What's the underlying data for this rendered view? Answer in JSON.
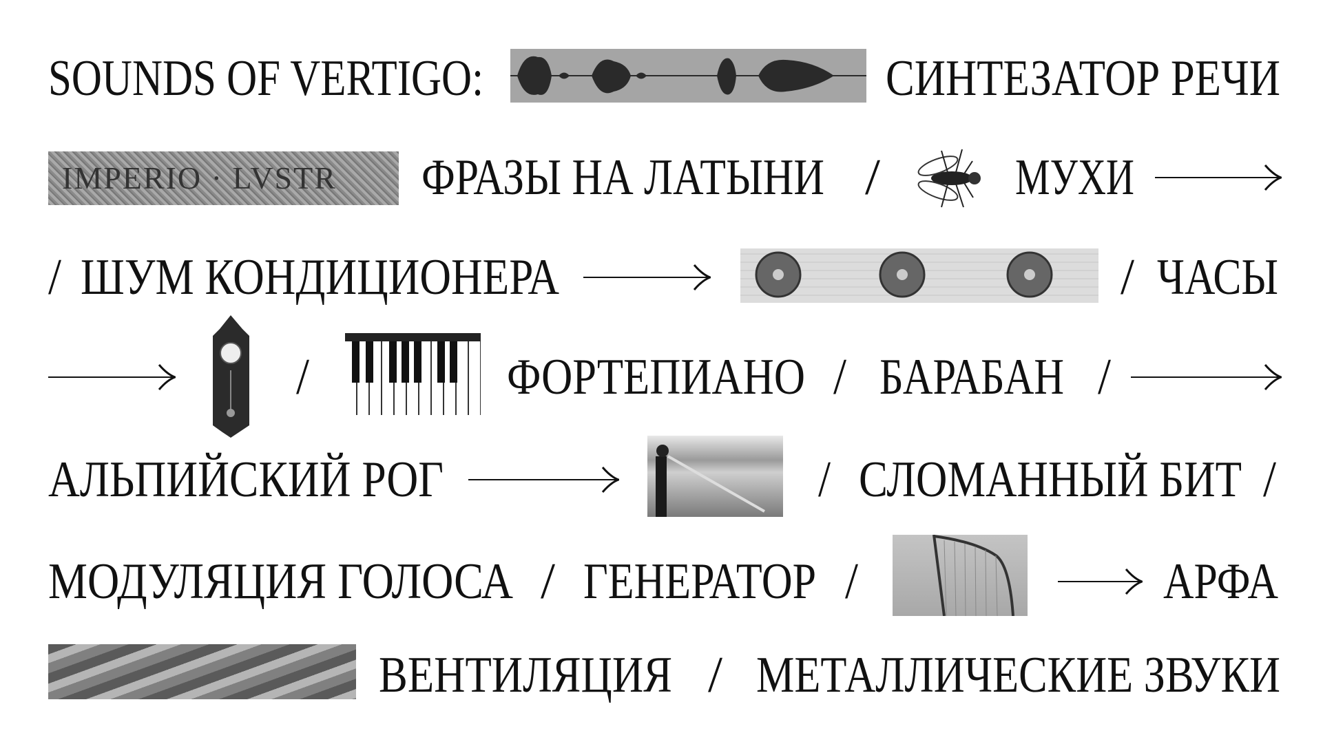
{
  "title": "SOUNDS OF VERTIGO:",
  "separator": "/",
  "items": {
    "speech_synth": "СИНТЕЗАТОР РЕЧИ",
    "latin": "ФРАЗЫ НА ЛАТЫНИ",
    "flies": "МУХИ",
    "ac_noise": "ШУМ КОНДИЦИОНЕРА",
    "clock": "ЧАСЫ",
    "piano": "ФОРТЕПИАНО",
    "drum": "БАРАБАН",
    "alphorn": "АЛЬПИЙСКИЙ РОГ",
    "broken_beat": "СЛОМАННЫЙ БИТ",
    "voice_mod": "МОДУЛЯЦИЯ ГОЛОСА",
    "generator": "ГЕНЕРАТОР",
    "harp": "АРФА",
    "ventilation": "ВЕНТИЛЯЦИЯ",
    "metal": "МЕТАЛЛИЧЕСКИЕ ЗВУКИ"
  },
  "stone_text": "IMPERIO · LVSTR",
  "colors": {
    "text": "#111111",
    "waveform_bg": "#a5a5a5",
    "waveform": "#2a2a2a"
  }
}
